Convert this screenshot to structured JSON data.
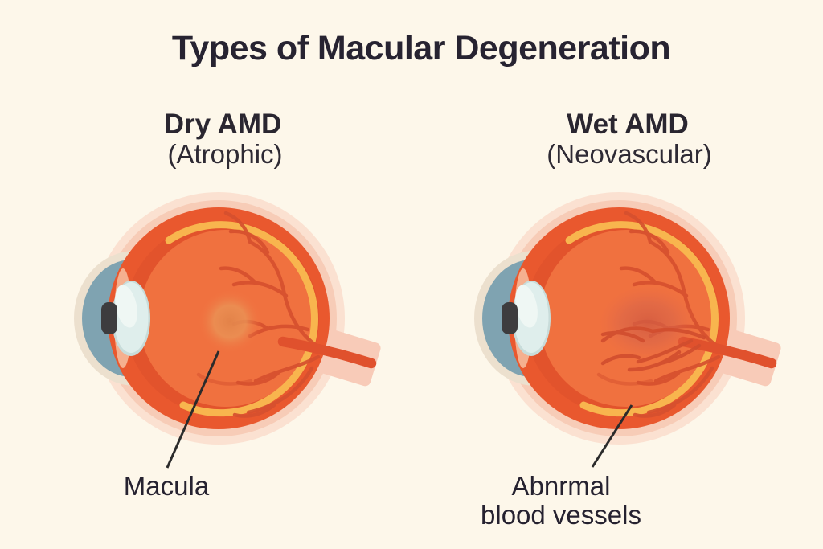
{
  "title": "Types of Macular Degeneration",
  "columns": {
    "dry": {
      "heading": "Dry AMD",
      "subheading": "(Atrophic)"
    },
    "wet": {
      "heading": "Wet AMD",
      "subheading": "(Neovascular)"
    }
  },
  "callouts": {
    "macula": "Macula",
    "abnormal_line1": "Abnrmal",
    "abnormal_line2": "blood vessels"
  },
  "icons": {
    "left_eye": "eye-cross-section-dry-amd",
    "right_eye": "eye-cross-section-wet-amd",
    "macula_spot": "macula-spot",
    "abnormal_patch": "abnormal-vessel-patch",
    "optic_nerve": "optic-nerve",
    "cornea": "cornea-and-lens",
    "leader_line": "callout-leader-line"
  },
  "palette": {
    "background": "#fdf7ea",
    "text": "#2a2630",
    "sclera_halo_outer": "#fbe1d1",
    "sclera_halo_inner": "#f7ccb7",
    "eye_rim": "#e9582e",
    "eye_interior_shadow": "#e2532c",
    "eye_fill": "#f0713f",
    "choroid_ring": "#f8b54e",
    "vessel": "#d6502e",
    "optic_nerve": "#f8cbb8",
    "optic_nerve_vein": "#e0512d",
    "cornea_cream": "#ece0ce",
    "cornea_blue": "#7fa3b1",
    "lens": "#dfeeec",
    "pupil": "#3d3c3e",
    "macula_spot": "#e5874c",
    "abnormal_patch": "#d25a40",
    "leader_line": "#2b2b2b"
  }
}
